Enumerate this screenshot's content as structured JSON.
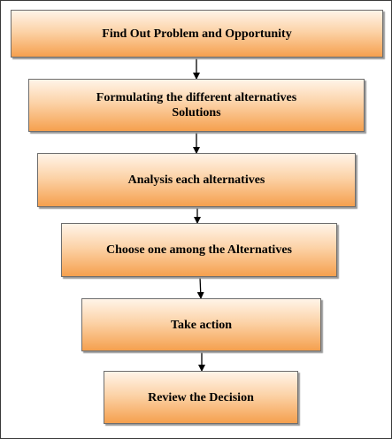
{
  "steps": [
    {
      "lines": [
        "Find Out Problem and Opportunity"
      ]
    },
    {
      "lines": [
        "Formulating the different alternatives",
        "Solutions"
      ]
    },
    {
      "lines": [
        "Analysis each alternatives"
      ]
    },
    {
      "lines": [
        "Choose one among the Alternatives"
      ]
    },
    {
      "lines": [
        "Take action"
      ]
    },
    {
      "lines": [
        "Review the Decision"
      ]
    }
  ],
  "colors": {
    "box_top": "#fff4e8",
    "box_bottom": "#f5a04e",
    "box_border": "#6e6e6e",
    "arrow": "#000000"
  }
}
